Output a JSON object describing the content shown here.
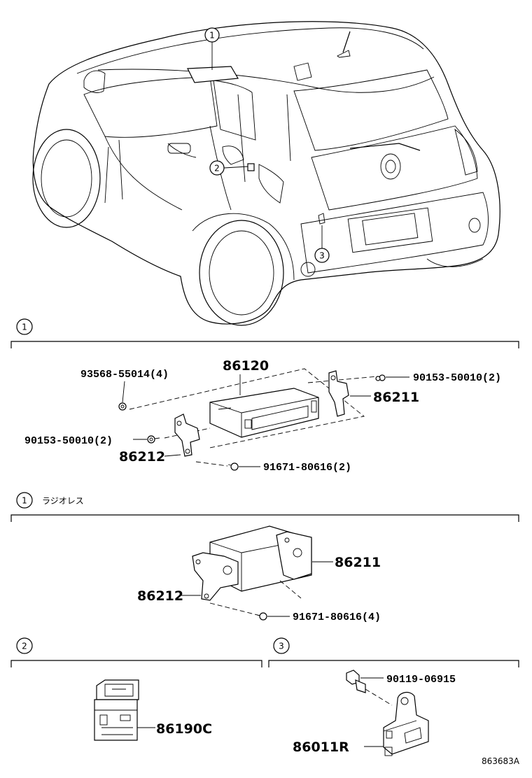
{
  "callouts": {
    "c1": "1",
    "c2": "2",
    "c3": "3"
  },
  "section1": {
    "index": "1",
    "labels": {
      "p86120": "86120",
      "p93568": "93568-55014(4)",
      "p90153_right": "90153-50010(2)",
      "p86211": "86211",
      "p90153_left": "90153-50010(2)",
      "p86212": "86212",
      "p91671": "91671-80616(2)"
    }
  },
  "section1b": {
    "index": "1",
    "title": "ラジオレス",
    "labels": {
      "p86211": "86211",
      "p86212": "86212",
      "p91671": "91671-80616(4)"
    }
  },
  "section2": {
    "index": "2",
    "labels": {
      "p86190c": "86190C"
    }
  },
  "section3": {
    "index": "3",
    "labels": {
      "p90119": "90119-06915",
      "p86011r": "86011R"
    }
  },
  "figure_code": "863683A"
}
